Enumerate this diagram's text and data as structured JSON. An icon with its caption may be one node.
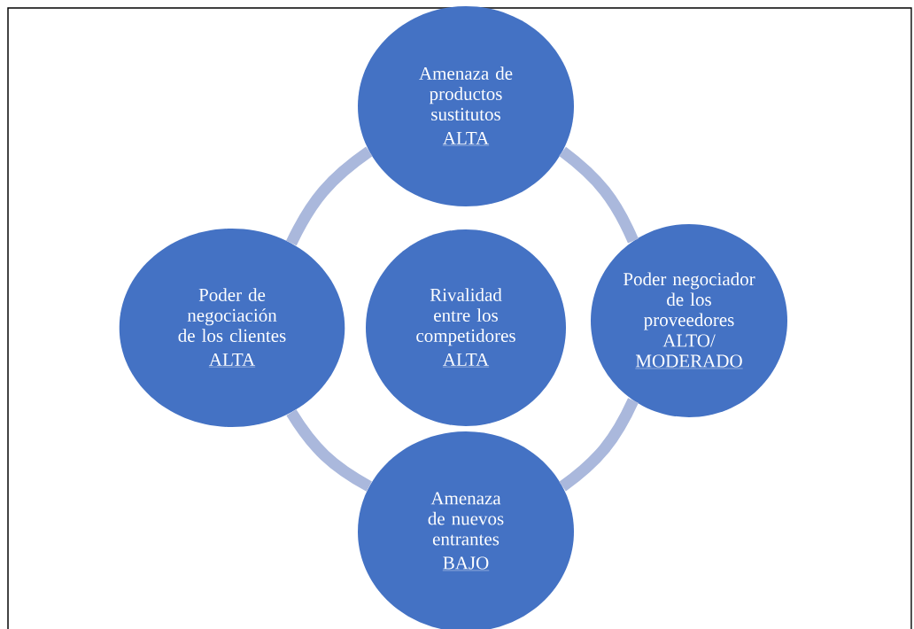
{
  "diagram": {
    "nodes": [
      {
        "text": [
          "Amenaza de productos sustitutos",
          "ALTA"
        ]
      },
      {
        "text": [
          "Poder de negociación de los clientes",
          "ALTA"
        ]
      },
      {
        "text": [
          "Rivalidad entre los competidores",
          "ALTA"
        ]
      },
      {
        "text": [
          "Poder negociador de los proveedores",
          "ALTO/ MODERADO"
        ]
      },
      {
        "text": [
          "Amenaza de nuevos entrantes",
          "BAJO"
        ]
      }
    ],
    "edges": [
      {
        "from": 1,
        "to": 0,
        "arrow": "none"
      },
      {
        "from": 0,
        "to": 3,
        "arrow": "none"
      },
      {
        "from": 3,
        "to": 4,
        "arrow": "none"
      },
      {
        "from": 4,
        "to": 1,
        "arrow": "none"
      }
    ]
  }
}
